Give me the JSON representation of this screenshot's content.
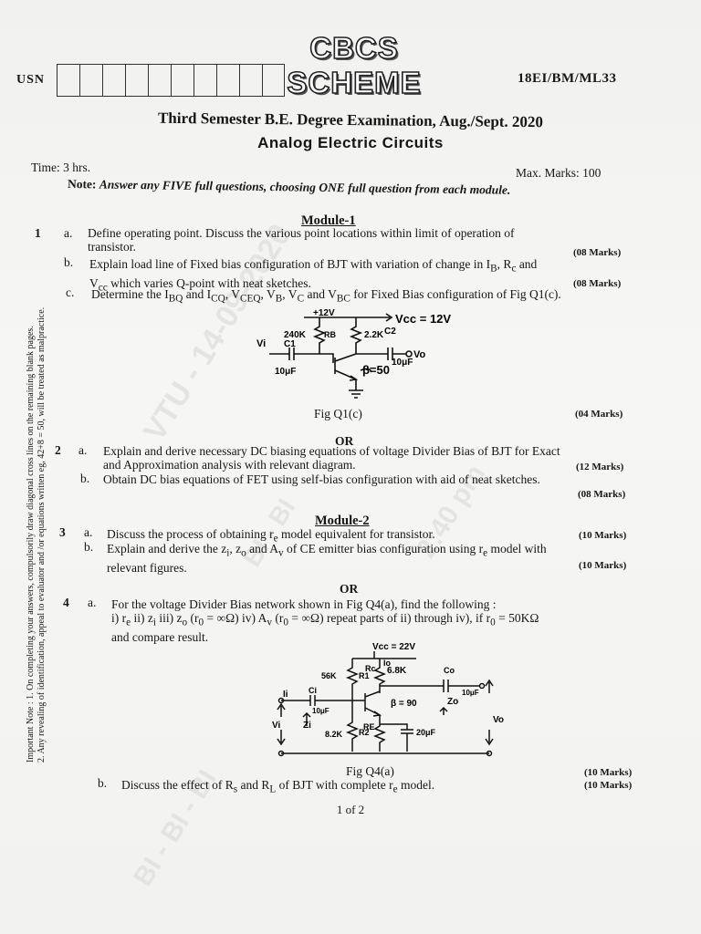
{
  "header": {
    "scheme": "CBCS SCHEME",
    "usn_label": "USN",
    "subject_code": "18EI/BM/ML33",
    "exam_title": "Third Semester B.E. Degree Examination, Aug./Sept. 2020",
    "subject": "Analog Electric Circuits",
    "time": "Time: 3 hrs.",
    "max_marks": "Max. Marks: 100",
    "note_label": "Note:",
    "note_text": "Answer any FIVE full questions, choosing ONE full question from each module."
  },
  "side_note": {
    "line1": "Important Note : 1. On completing your answers, compulsorily draw diagonal cross lines on the remaining blank pages.",
    "line2": "2. Any revealing of identification, appeal to evaluator and /or equations written eg, 42+8 = 50, will be treated as malpractice."
  },
  "module1": {
    "title": "Module-1",
    "q1_num": "1",
    "q1a_label": "a.",
    "q1a_line1": "Define operating point. Discuss the various point locations within limit of operation of",
    "q1a_line2": "transistor.",
    "q1a_marks": "(08 Marks)",
    "q1b_label": "b.",
    "q1b_line1": "Explain load line of Fixed bias configuration of BJT with variation of change in I",
    "q1b_line1_sub": "B",
    "q1b_line1_end": ", R",
    "q1b_line1_sub2": "c",
    "q1b_line1_tail": " and",
    "q1b_line2": "V",
    "q1b_line2_sub": "cc",
    "q1b_line2_tail": " which varies Q-point with neat sketches.",
    "q1b_marks": "(08 Marks)",
    "q1c_label": "c.",
    "q1c_text": "Determine the I",
    "q1c_s1": "BQ",
    "q1c_t2": " and I",
    "q1c_s2": "CQ",
    "q1c_t3": ", V",
    "q1c_s3": "CEQ",
    "q1c_t4": ", V",
    "q1c_s4": "B",
    "q1c_t5": ", V",
    "q1c_s5": "C",
    "q1c_t6": " and V",
    "q1c_s6": "BC",
    "q1c_t7": " for Fixed Bias configuration of Fig Q1(c).",
    "fig_q1c": {
      "caption": "Fig Q1(c)",
      "marks": "(04 Marks)",
      "vcc": "Vcc = 12V",
      "top": "+12V",
      "rb": "240K",
      "rb_name": "RB",
      "rc": "2.2K",
      "c1": "C1",
      "c1_val": "10μF",
      "c2": "C2",
      "c2_val": "10μF",
      "vi": "Vi",
      "vo": "Vo",
      "beta": "β=50"
    }
  },
  "or1": "OR",
  "q2": {
    "num": "2",
    "a_label": "a.",
    "a_line1": "Explain and derive necessary DC biasing equations of voltage Divider Bias of BJT for Exact",
    "a_line2": "and Approximation analysis with relevant diagram.",
    "a_marks": "(12 Marks)",
    "b_label": "b.",
    "b_line1": "Obtain DC bias equations of FET using self-bias configuration with aid of neat sketches.",
    "b_marks": "(08 Marks)"
  },
  "module2": {
    "title": "Module-2",
    "q3_num": "3",
    "q3a_label": "a.",
    "q3a_text": "Discuss the process of obtaining r",
    "q3a_sub": "e",
    "q3a_tail": " model equivalent for transistor.",
    "q3a_marks": "(10 Marks)",
    "q3b_label": "b.",
    "q3b_line1": "Explain and derive the z",
    "q3b_s1": "i",
    "q3b_t2": ", z",
    "q3b_s2": "o",
    "q3b_t3": " and A",
    "q3b_s3": "v",
    "q3b_t4": " of CE emitter bias configuration using r",
    "q3b_s4": "e",
    "q3b_t5": " model with",
    "q3b_line2": "relevant figures.",
    "q3b_marks": "(10 Marks)"
  },
  "or2": "OR",
  "q4": {
    "num": "4",
    "a_label": "a.",
    "a_line1": "For the voltage Divider Bias network shown in Fig Q4(a), find the following :",
    "a_line2": "i) r",
    "a_line2_s1": "e",
    "a_line2_t2": "   ii) z",
    "a_line2_s2": "i",
    "a_line2_t3": "   iii) z",
    "a_line2_s3": "o",
    "a_line2_t4": " (r",
    "a_line2_s4": "0",
    "a_line2_t5": " = ∞Ω) iv) A",
    "a_line2_s5": "v",
    "a_line2_t6": " (r",
    "a_line2_s6": "0",
    "a_line2_t7": " = ∞Ω) repeat parts of  ii) through  iv), if r",
    "a_line2_s7": "0",
    "a_line2_t8": " = 50KΩ",
    "a_line3": "and compare result.",
    "fig_q4a": {
      "caption": "Fig Q4(a)",
      "marks": "(10 Marks)",
      "vcc": "Vcc = 22V",
      "io": "Io",
      "r1": "56K",
      "r1_name": "R1",
      "rc": "6.8K",
      "rc_name": "Rc",
      "co": "Co",
      "co_val": "10μF",
      "ci": "Ci",
      "ci_val": "10μF",
      "ii": "Ii",
      "zi": "Zi",
      "zo": "Zo",
      "beta": "β = 90",
      "r2": "8.2K",
      "r2_name": "R2",
      "re": "RE",
      "ce_val": "20μF",
      "vi": "Vi",
      "vo": "Vo"
    },
    "b_label": "b.",
    "b_text": "Discuss the effect of R",
    "b_s1": "s",
    "b_t2": " and R",
    "b_s2": "L",
    "b_t3": " of BJT with complete r",
    "b_s3": "e",
    "b_t4": " model.",
    "b_marks": "(10 Marks)"
  },
  "footer": {
    "page": "1 of 2"
  },
  "watermarks": {
    "w1": "VTU - 14-09-2020",
    "w2": "BI - BI",
    "w3": "2:40 pm",
    "w4": "BI - BI - BI"
  }
}
